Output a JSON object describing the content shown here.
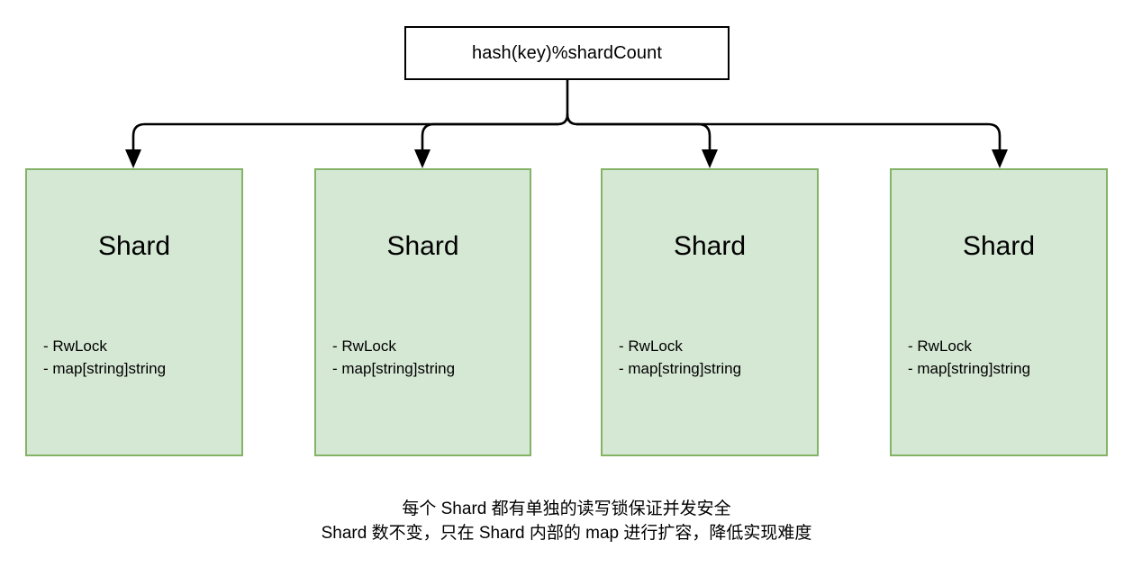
{
  "diagram": {
    "type": "sharded-map-architecture",
    "root": {
      "label": "hash(key)%shardCount"
    },
    "shards": [
      {
        "title": "Shard",
        "fields": [
          "- RwLock",
          "- map[string]string"
        ]
      },
      {
        "title": "Shard",
        "fields": [
          "- RwLock",
          "- map[string]string"
        ]
      },
      {
        "title": "Shard",
        "fields": [
          "- RwLock",
          "- map[string]string"
        ]
      },
      {
        "title": "Shard",
        "fields": [
          "- RwLock",
          "- map[string]string"
        ]
      }
    ],
    "caption": [
      "每个 Shard 都有单独的读写锁保证并发安全",
      "Shard 数不变，只在 Shard 内部的 map 进行扩容，降低实现难度"
    ],
    "colors": {
      "shard_fill": "#d5e8d4",
      "shard_border": "#82b366",
      "root_border": "#000000",
      "connector": "#000000",
      "background": "#ffffff",
      "text": "#000000"
    },
    "connector": {
      "style": "orthogonal-rounded-tree",
      "arrowheads": 4
    }
  }
}
